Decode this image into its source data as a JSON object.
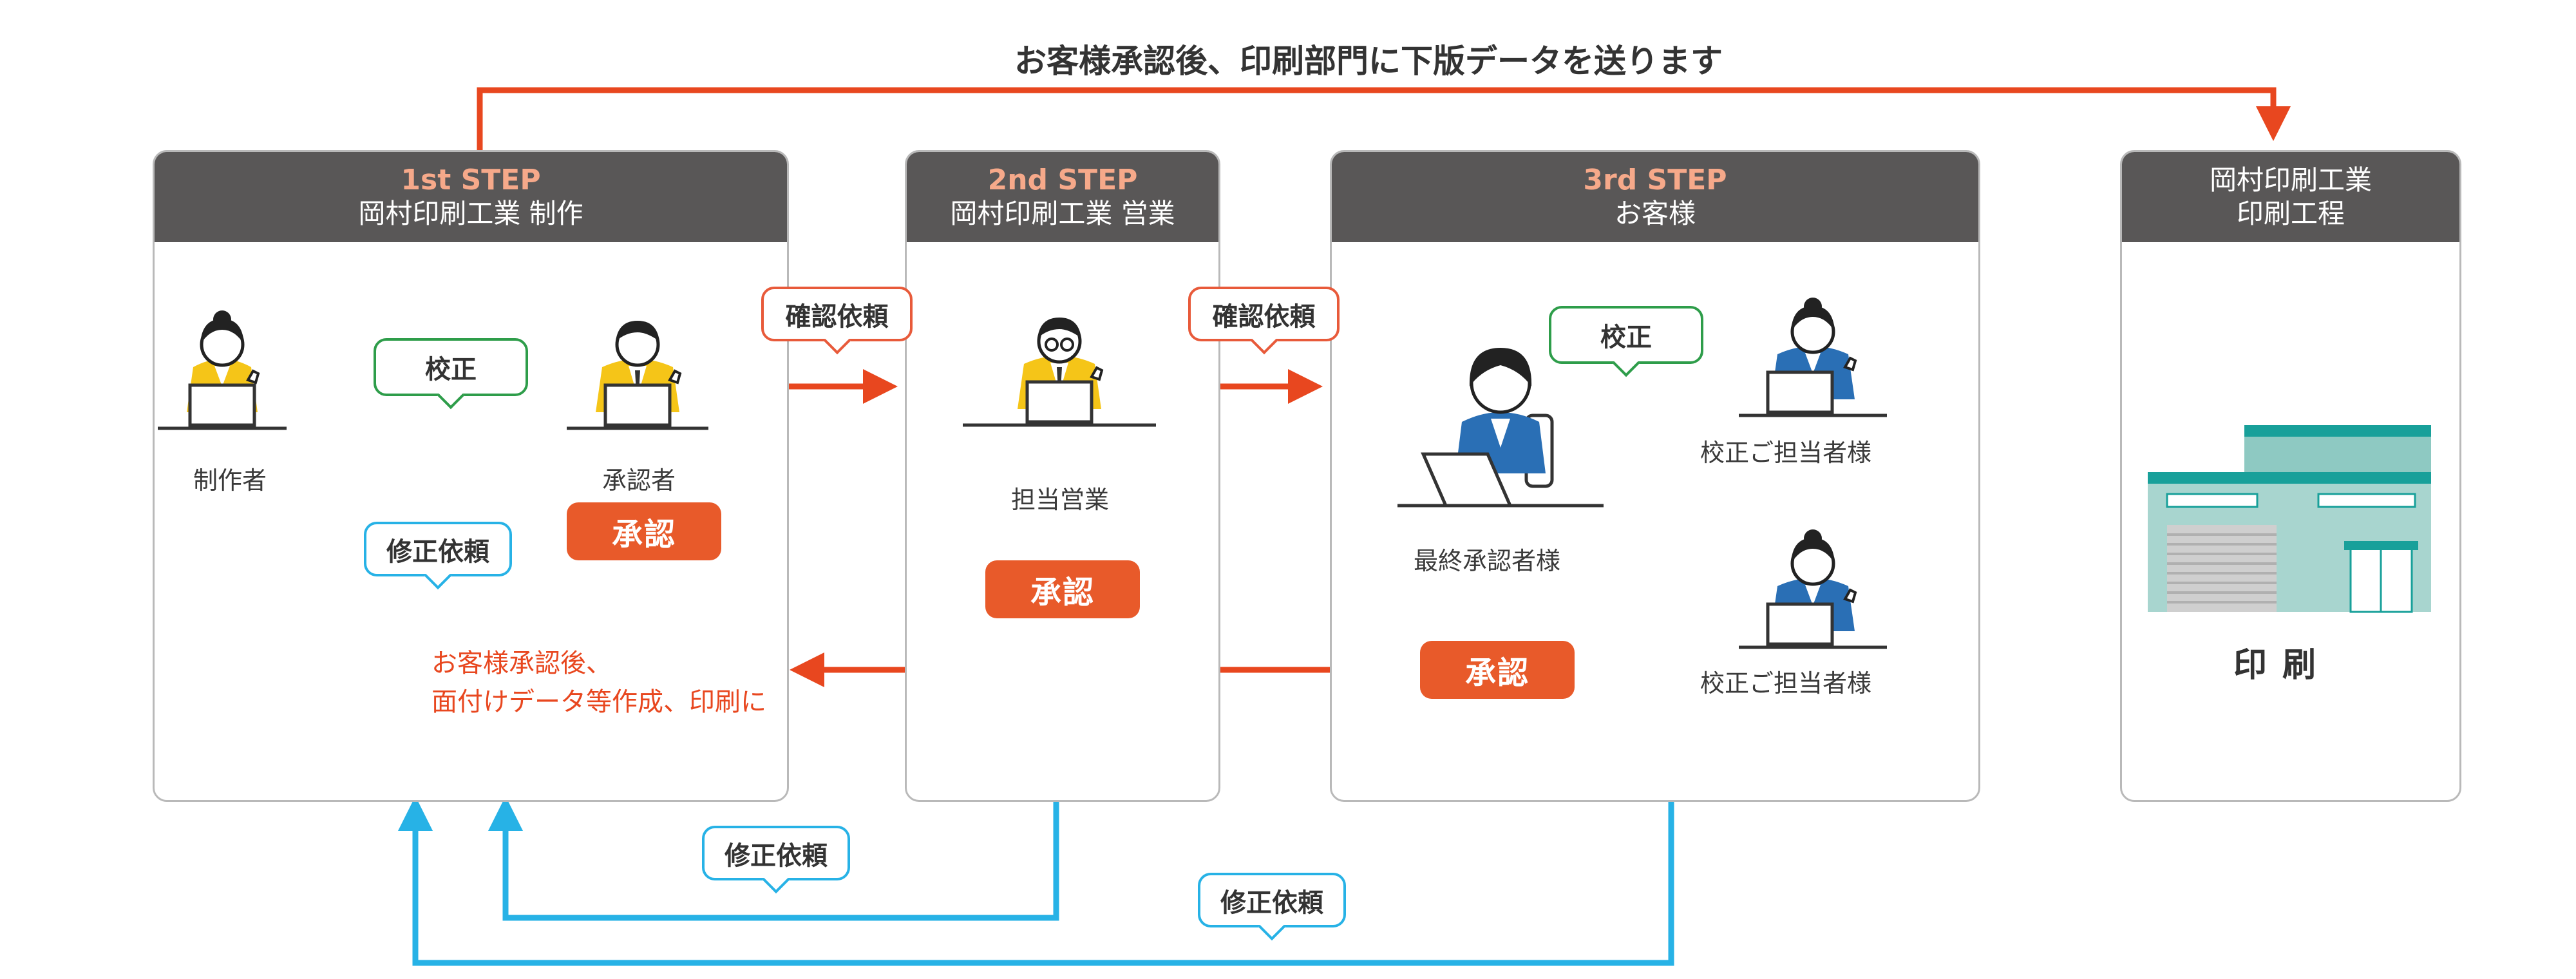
{
  "top_note": "お客様承認後、印刷部門に下版データを送ります",
  "panels": {
    "p1": {
      "step": "1st STEP",
      "subtitle": "岡村印刷工業 制作"
    },
    "p2": {
      "step": "2nd STEP",
      "subtitle": "岡村印刷工業 営業"
    },
    "p3": {
      "step": "3rd STEP",
      "subtitle": "お客様"
    },
    "p4": {
      "title1": "岡村印刷工業",
      "title2": "印刷工程"
    }
  },
  "people": {
    "creator": "制作者",
    "approver": "承認者",
    "sales": "担当営業",
    "final_approver": "最終承認者様",
    "proofreader_1": "校正ご担当者様",
    "proofreader_2": "校正ご担当者様"
  },
  "bubbles": {
    "proof_1": "校正",
    "proof_3": "校正",
    "fix_request_1": "修正依頼",
    "confirm_request_1": "確認依頼",
    "confirm_request_2": "確認依頼",
    "fix_request_bottom_1": "修正依頼",
    "fix_request_bottom_2": "修正依頼"
  },
  "approvals": {
    "p1": "承認",
    "p2": "承認",
    "p3": "承認"
  },
  "note": {
    "line1": "お客様承認後、",
    "line2": "面付けデータ等作成、印刷に"
  },
  "print_label": "印刷",
  "colors": {
    "header_bg": "#595757",
    "step_text": "#f6a98a",
    "orange": "#e8471f",
    "green": "#2e9d4a",
    "blue": "#27b2e6",
    "yellow_suit": "#f5c518",
    "blue_suit": "#2a6fb5",
    "building": "#8ec9c2"
  }
}
